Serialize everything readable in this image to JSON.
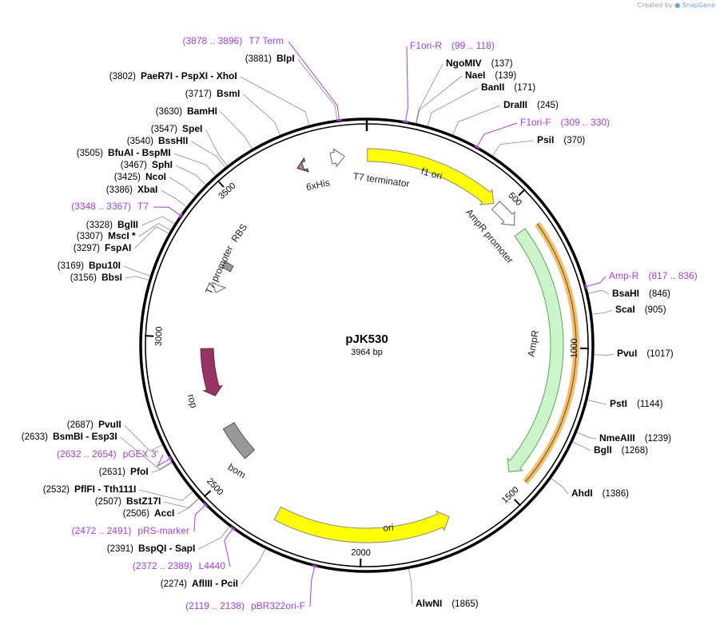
{
  "credit": {
    "prefix": "Created by",
    "brand": "SnapGene"
  },
  "plasmid": {
    "name": "pJK530",
    "size_label": "3964 bp",
    "length": 3964
  },
  "ticks": [
    "500",
    "1000",
    "1500",
    "2000",
    "2500",
    "3000",
    "3500"
  ],
  "features": [
    {
      "label": "f1 ori",
      "color": "#ffff00"
    },
    {
      "label": "AmpR",
      "color": "#ccf5cc"
    },
    {
      "label": "AmpR promoter",
      "color": "#ffffff"
    },
    {
      "label": "ori",
      "color": "#ffff00"
    },
    {
      "label": "rop",
      "color": "#993366"
    },
    {
      "label": "bom",
      "color": "#999999"
    },
    {
      "label": "T7 promoter",
      "color": "#ffffff"
    },
    {
      "label": "RBS",
      "color": "#999999"
    },
    {
      "label": "6xHis",
      "color": "#c07a98"
    },
    {
      "label": "T7 terminator",
      "color": "#ffffff"
    }
  ],
  "sites": [
    {
      "name": "NgoMIV",
      "pos": "(137)"
    },
    {
      "name": "NaeI",
      "pos": "(139)"
    },
    {
      "name": "BanII",
      "pos": "(171)"
    },
    {
      "name": "DraIII",
      "pos": "(245)"
    },
    {
      "name": "PsiI",
      "pos": "(370)"
    },
    {
      "name": "BsaHI",
      "pos": "(846)"
    },
    {
      "name": "ScaI",
      "pos": "(905)"
    },
    {
      "name": "PvuI",
      "pos": "(1017)"
    },
    {
      "name": "PstI",
      "pos": "(1144)"
    },
    {
      "name": "NmeAIII",
      "pos": "(1239)"
    },
    {
      "name": "BglI",
      "pos": "(1268)"
    },
    {
      "name": "AhdI",
      "pos": "(1386)"
    },
    {
      "name": "AlwNI",
      "pos": "(1865)"
    },
    {
      "name": "AflIII - PciI",
      "pos": "(2274)"
    },
    {
      "name": "BspQI - SapI",
      "pos": "(2391)"
    },
    {
      "name": "AccI",
      "pos": "(2506)"
    },
    {
      "name": "BstZ17I",
      "pos": "(2507)"
    },
    {
      "name": "PflFI - Tth111I",
      "pos": "(2532)"
    },
    {
      "name": "PfoI",
      "pos": "(2631)"
    },
    {
      "name": "BsmBI - Esp3I",
      "pos": "(2633)"
    },
    {
      "name": "PvuII",
      "pos": "(2687)"
    },
    {
      "name": "BbsI",
      "pos": "(3156)"
    },
    {
      "name": "Bpu10I",
      "pos": "(3169)"
    },
    {
      "name": "FspAI",
      "pos": "(3297)"
    },
    {
      "name": "MscI *",
      "pos": "(3307)"
    },
    {
      "name": "BglII",
      "pos": "(3328)"
    },
    {
      "name": "XbaI",
      "pos": "(3386)"
    },
    {
      "name": "NcoI",
      "pos": "(3425)"
    },
    {
      "name": "SphI",
      "pos": "(3467)"
    },
    {
      "name": "BfuAI - BspMI",
      "pos": "(3505)"
    },
    {
      "name": "BssHII",
      "pos": "(3540)"
    },
    {
      "name": "SpeI",
      "pos": "(3547)"
    },
    {
      "name": "BamHI",
      "pos": "(3630)"
    },
    {
      "name": "BsmI",
      "pos": "(3717)"
    },
    {
      "name": "PaeR7I - PspXI - XhoI",
      "pos": "(3802)"
    },
    {
      "name": "BlpI",
      "pos": "(3881)"
    }
  ],
  "primers": [
    {
      "name": "T7 Term",
      "range": "(3878 .. 3896)"
    },
    {
      "name": "F1ori-R",
      "range": "(99 .. 118)"
    },
    {
      "name": "F1ori-F",
      "range": "(309 .. 330)"
    },
    {
      "name": "Amp-R",
      "range": "(817 .. 836)"
    },
    {
      "name": "pBR322ori-F",
      "range": "(2119 .. 2138)"
    },
    {
      "name": "L4440",
      "range": "(2372 .. 2389)"
    },
    {
      "name": "pRS-marker",
      "range": "(2472 .. 2491)"
    },
    {
      "name": "pGEX 3'",
      "range": "(2632 .. 2654)"
    },
    {
      "name": "T7",
      "range": "(3348 .. 3367)"
    }
  ]
}
